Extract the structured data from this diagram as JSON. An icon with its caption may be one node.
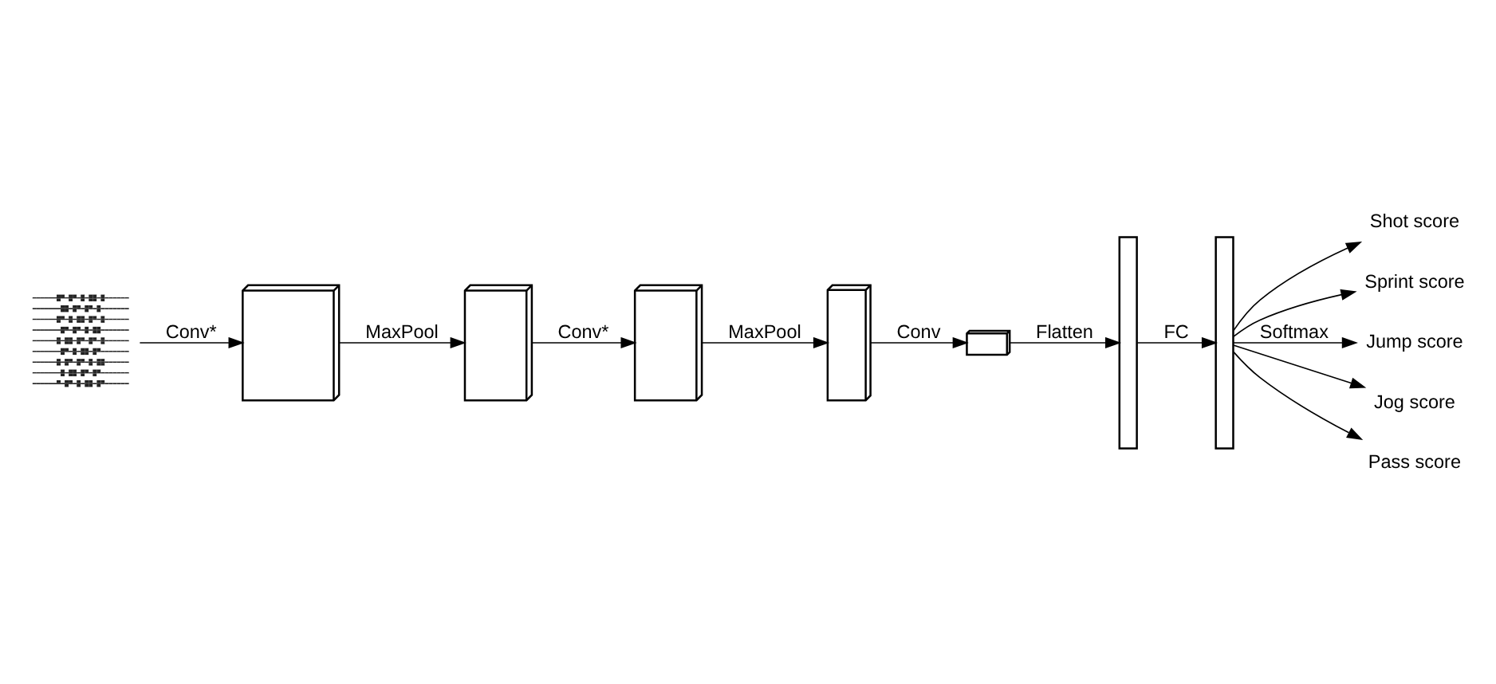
{
  "diagram": {
    "nodes": [
      {
        "text": [],
        "shape": "picture"
      },
      {
        "text": [],
        "shape": "box"
      },
      {
        "text": [],
        "shape": "box"
      },
      {
        "text": [],
        "shape": "box"
      },
      {
        "text": [],
        "shape": "box"
      },
      {
        "text": [],
        "shape": "box"
      },
      {
        "text": [],
        "shape": "bar"
      },
      {
        "text": [],
        "shape": "bar"
      },
      {
        "text": [
          "Shot score"
        ]
      },
      {
        "text": [
          "Sprint score"
        ]
      },
      {
        "text": [
          "Jump score"
        ]
      },
      {
        "text": [
          "Jog score"
        ]
      },
      {
        "text": [
          "Pass score"
        ]
      }
    ],
    "edges": [
      {
        "from": 0,
        "to": 1,
        "arrow": "to",
        "label": "Conv*"
      },
      {
        "from": 1,
        "to": 2,
        "arrow": "to",
        "label": "MaxPool"
      },
      {
        "from": 2,
        "to": 3,
        "arrow": "to",
        "label": "Conv*"
      },
      {
        "from": 3,
        "to": 4,
        "arrow": "to",
        "label": "MaxPool"
      },
      {
        "from": 4,
        "to": 5,
        "arrow": "to",
        "label": "Conv"
      },
      {
        "from": 5,
        "to": 6,
        "arrow": "to",
        "label": "Flatten"
      },
      {
        "from": 6,
        "to": 7,
        "arrow": "to",
        "label": "FC"
      },
      {
        "from": 7,
        "to": 8,
        "arrow": "to"
      },
      {
        "from": 7,
        "to": 9,
        "arrow": "to"
      },
      {
        "from": 7,
        "to": 10,
        "arrow": "to",
        "label": "Softmax"
      },
      {
        "from": 7,
        "to": 11,
        "arrow": "to"
      },
      {
        "from": 7,
        "to": 12,
        "arrow": "to"
      }
    ]
  }
}
